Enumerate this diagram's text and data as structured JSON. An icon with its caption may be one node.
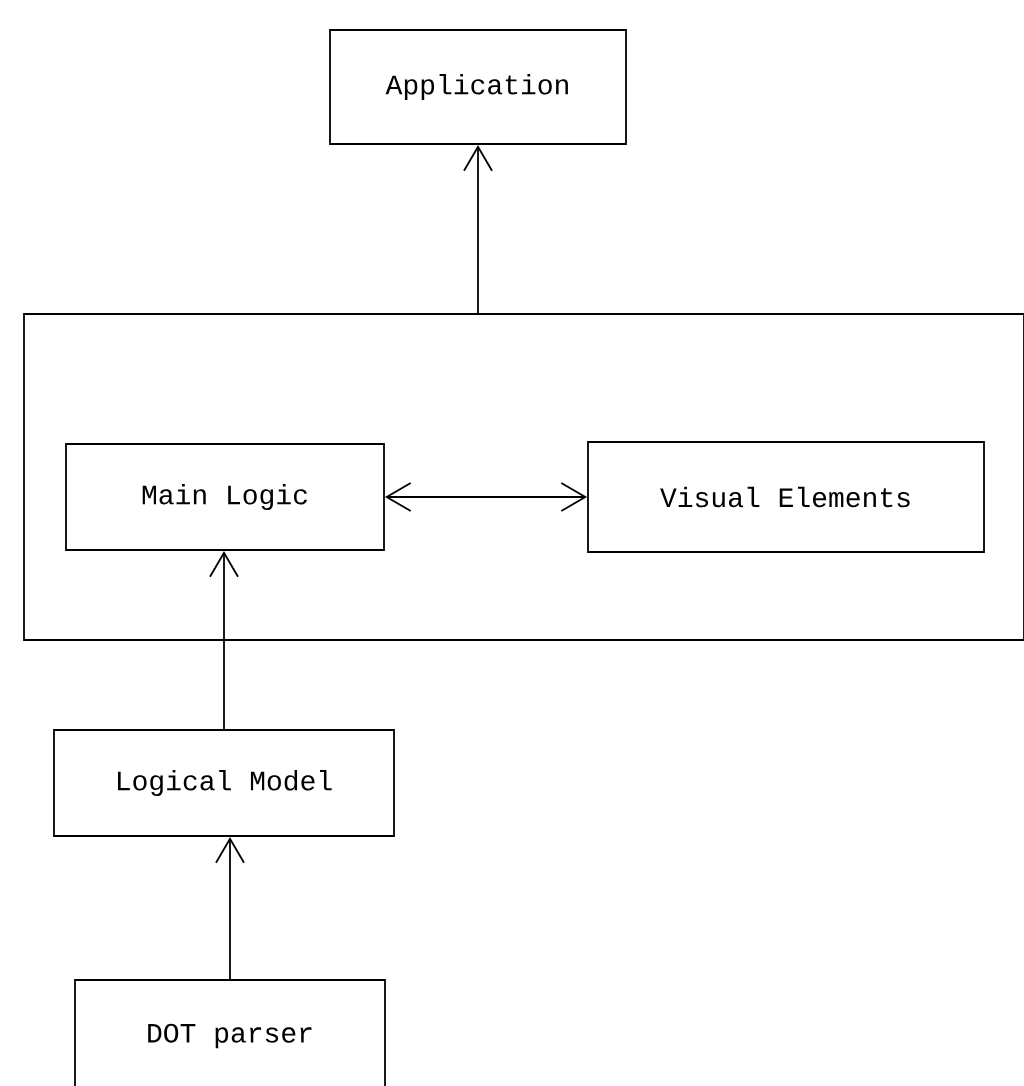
{
  "diagram": {
    "nodes": [
      {
        "text": [
          "Application"
        ]
      },
      {
        "text": [],
        "shape": "box"
      },
      {
        "text": [
          "Main Logic"
        ],
        "in": 1
      },
      {
        "text": [
          "Visual Elements"
        ],
        "in": 1
      },
      {
        "text": [
          "Logical Model"
        ]
      },
      {
        "text": [
          "DOT parser"
        ]
      }
    ],
    "edges": [
      {
        "from": 1,
        "to": 0,
        "arrow": "to"
      },
      {
        "from": 2,
        "to": 3,
        "arrow": "both"
      },
      {
        "from": 4,
        "to": 2,
        "arrow": "to"
      },
      {
        "from": 5,
        "to": 4,
        "arrow": "to"
      }
    ]
  }
}
